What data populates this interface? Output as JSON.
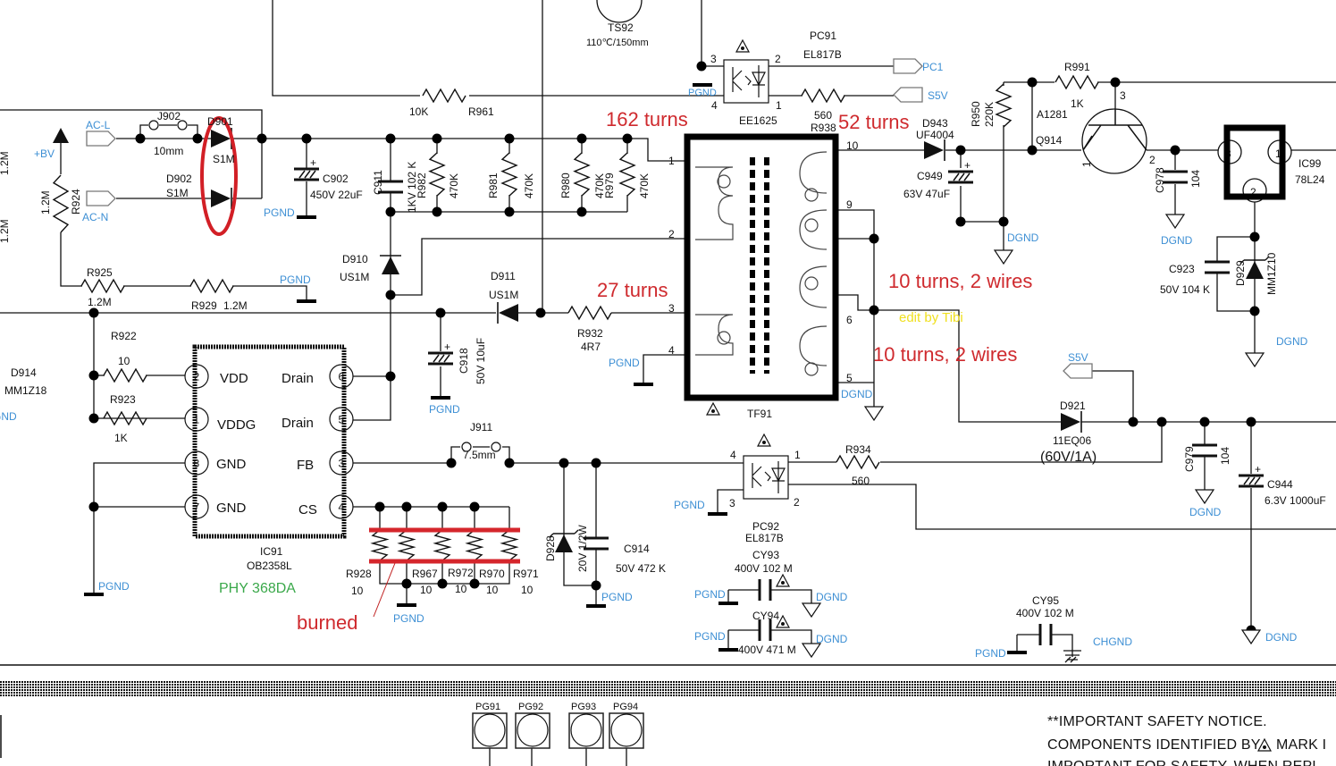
{
  "annotations": {
    "primary_turns": "162 turns",
    "aux_turns": "52 turns",
    "second_aux_turns": "27 turns",
    "sec1_turns": "10 turns, 2 wires",
    "sec2_turns": "10 turns, 2 wires",
    "editor": "edit by Tibi",
    "burned": "burned",
    "ic_marking": "PHY 368DA",
    "colors": {
      "annotation": "#cf2a2e",
      "net_label": "#3d8fd4",
      "marking": "#3aa84a",
      "editor": "#f0e020"
    }
  },
  "nets": {
    "acl": "AC-L",
    "acn": "AC-N",
    "bv": "+BV",
    "pc1": "PC1",
    "s5v": "S5V",
    "s5v2": "S5V",
    "pgnd": "PGND",
    "dgnd": "DGND",
    "gnd": "GND",
    "chgnd": "CHGND"
  },
  "components": {
    "ts92": {
      "ref": "TS92",
      "value": "110℃/150mm"
    },
    "r961": {
      "ref": "R961",
      "value": "10K"
    },
    "pc91": {
      "ref": "PC91",
      "value": "EL817B",
      "package": "EE1625",
      "pins": [
        "3",
        "2",
        "4",
        "1"
      ]
    },
    "r938": {
      "ref": "R938",
      "value": "560"
    },
    "j902": {
      "ref": "J902",
      "value": "10mm"
    },
    "d901": {
      "ref": "D901",
      "value": "S1M"
    },
    "d902": {
      "ref": "D902",
      "value": "S1M"
    },
    "r924": {
      "ref": "R924",
      "value": "1.2M"
    },
    "left_edge": [
      "1.2M",
      "1.2M"
    ],
    "c902": {
      "ref": "C902",
      "value": "450V 22uF"
    },
    "c911": {
      "ref": "C911",
      "value": "1KV 102 K"
    },
    "r982": {
      "ref": "R982",
      "value": "470K"
    },
    "r981": {
      "ref": "R981",
      "value": "470K"
    },
    "r980": {
      "ref": "R980",
      "value": "470K"
    },
    "r979": {
      "ref": "R979",
      "value": "470K"
    },
    "d910": {
      "ref": "D910",
      "value": "US1M"
    },
    "r925": {
      "ref": "R925",
      "value": "1.2M"
    },
    "r929": {
      "ref": "R929",
      "value": "1.2M"
    },
    "d911": {
      "ref": "D911",
      "value": "US1M"
    },
    "r932": {
      "ref": "R932",
      "value": "4R7"
    },
    "c918": {
      "ref": "C918",
      "value": "50V 10uF"
    },
    "r922": {
      "ref": "R922",
      "value": "10"
    },
    "r923": {
      "ref": "R923",
      "value": "1K"
    },
    "d914": {
      "ref": "D914",
      "value": "MM1Z18"
    },
    "ic91": {
      "ref": "IC91",
      "value": "OB2358L",
      "pins": [
        {
          "num": "2",
          "name": "VDD"
        },
        {
          "num": "1",
          "name": "VDDG"
        },
        {
          "num": "8",
          "name": "GND"
        },
        {
          "num": "7",
          "name": "GND"
        },
        {
          "num": "6",
          "name": "Drain"
        },
        {
          "num": "5",
          "name": "Drain"
        },
        {
          "num": "3",
          "name": "FB"
        },
        {
          "num": "4",
          "name": "CS"
        }
      ]
    },
    "j911": {
      "ref": "J911",
      "value": "7.5mm"
    },
    "sense": [
      {
        "ref": "R928",
        "value": "10"
      },
      {
        "ref": "R967",
        "value": "10"
      },
      {
        "ref": "R972",
        "value": "10"
      },
      {
        "ref": "R970",
        "value": "10"
      },
      {
        "ref": "R971",
        "value": "10"
      }
    ],
    "d928": {
      "ref": "D928",
      "value": "20V 1/2W"
    },
    "c914": {
      "ref": "C914",
      "value": "50V 472 K"
    },
    "tf91": {
      "ref": "TF91",
      "pins": [
        "1",
        "2",
        "3",
        "4",
        "10",
        "9",
        "6",
        "5"
      ]
    },
    "d943": {
      "ref": "D943",
      "value": "UF4004"
    },
    "c949": {
      "ref": "C949",
      "value": "63V 47uF"
    },
    "r950": {
      "ref": "R950",
      "value": "220K"
    },
    "r991": {
      "ref": "R991",
      "value": "1K"
    },
    "q914": {
      "ref": "Q914",
      "value": "A1281",
      "pins": [
        "3",
        "2",
        "1"
      ]
    },
    "c978": {
      "ref": "C978",
      "value": "104"
    },
    "ic99": {
      "ref": "IC99",
      "value": "78L24",
      "pins": [
        "3",
        "1",
        "2"
      ]
    },
    "c923": {
      "ref": "C923",
      "value": "50V 104 K"
    },
    "d929": {
      "ref": "D929",
      "value": "MM1Z10"
    },
    "d921": {
      "ref": "D921",
      "value": "11EQ06",
      "rating": "(60V/1A)"
    },
    "c979": {
      "ref": "C979",
      "value": "104"
    },
    "c944": {
      "ref": "C944",
      "value": "6.3V 1000uF"
    },
    "r934": {
      "ref": "R934",
      "value": "560"
    },
    "pc92": {
      "ref": "PC92",
      "value": "EL817B",
      "pins": [
        "4",
        "1",
        "3",
        "2"
      ]
    },
    "cy93": {
      "ref": "CY93",
      "value": "400V 102 M"
    },
    "cy94": {
      "ref": "CY94",
      "value": "400V 471 M"
    },
    "cy95": {
      "ref": "CY95",
      "value": "400V 102 M"
    },
    "pg": [
      "PG91",
      "PG92",
      "PG93",
      "PG94"
    ]
  },
  "footer": {
    "notice1": "**IMPORTANT SAFETY NOTICE.",
    "notice2a": "COMPONENTS IDENTIFIED BY",
    "notice2b": "MARK I",
    "notice3": "IMPORTANT FOR SAFETY. WHEN REPL"
  }
}
